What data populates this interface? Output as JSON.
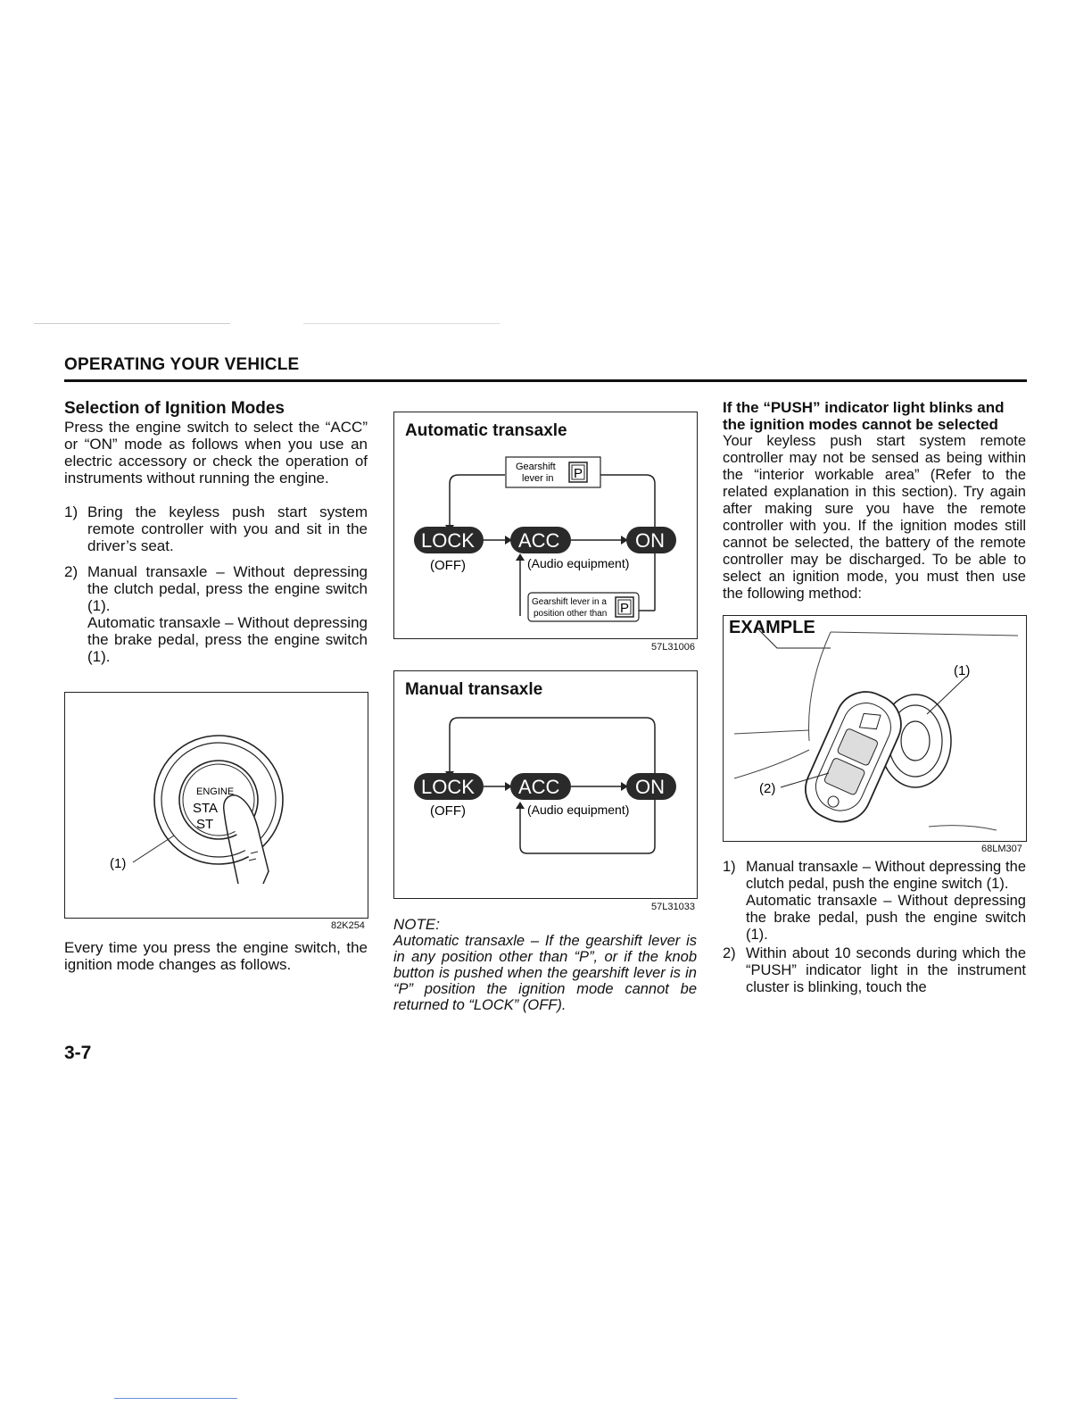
{
  "header": {
    "title": "OPERATING YOUR VEHICLE"
  },
  "left": {
    "title": "Selection of Ignition Modes",
    "intro": "Press the engine switch to select the “ACC” or “ON” mode as follows when you use an electric accessory or check the operation of instruments without running the engine.",
    "steps": [
      {
        "num": "1)",
        "text": "Bring the keyless push start system remote controller with you and sit in the driver’s seat."
      },
      {
        "num": "2)",
        "text": "Manual transaxle – Without depressing the clutch pedal, press the engine switch (1).",
        "text2": "Automatic transaxle – Without depressing the brake pedal, press the engine switch (1)."
      }
    ],
    "figure": {
      "code": "82K254",
      "engine_label": "ENGINE",
      "start_partial": "STA",
      "stop_partial": "ST",
      "callout": "(1)"
    },
    "after": "Every time you press the engine switch, the ignition mode changes as follows."
  },
  "middle": {
    "auto": {
      "title": "Automatic transaxle",
      "code": "57L31006",
      "top_box_line1": "Gearshift",
      "top_box_line2": "lever in",
      "p_label": "P",
      "lock": "LOCK",
      "acc": "ACC",
      "on": "ON",
      "off": "(OFF)",
      "audio": "(Audio equipment)",
      "bottom_box_line1": "Gearshift lever in a",
      "bottom_box_line2": "position other than"
    },
    "manual": {
      "title": "Manual transaxle",
      "code": "57L31033",
      "lock": "LOCK",
      "acc": "ACC",
      "on": "ON",
      "off": "(OFF)",
      "audio": "(Audio equipment)"
    },
    "note_label": "NOTE:",
    "note_text": "Automatic transaxle – If the gearshift lever is in any position other than “P”, or if the knob button is pushed when the gearshift lever is in “P” position the ignition mode cannot be returned to “LOCK” (OFF)."
  },
  "right": {
    "title": "If the “PUSH” indicator light blinks and the ignition modes cannot be selected",
    "body": "Your keyless push start system remote controller may not be sensed as being within the “interior workable area” (Refer to the related explanation in this section). Try again after making sure you have the remote controller with you. If the ignition modes still cannot be selected, the battery of the remote controller may be discharged. To be able to select an ignition mode, you must then use the following method:",
    "figure": {
      "label": "EXAMPLE",
      "code": "68LM307",
      "callout1": "(1)",
      "callout2": "(2)"
    },
    "steps": [
      {
        "num": "1)",
        "text": "Manual transaxle – Without depressing the clutch pedal, push the engine switch (1).",
        "text2": "Automatic transaxle – Without depressing the brake pedal, push the engine switch (1)."
      },
      {
        "num": "2)",
        "text": "Within about 10 seconds during which the “PUSH” indicator light in the instrument cluster is blinking, touch the"
      }
    ]
  },
  "footer": {
    "page": "3-7"
  }
}
